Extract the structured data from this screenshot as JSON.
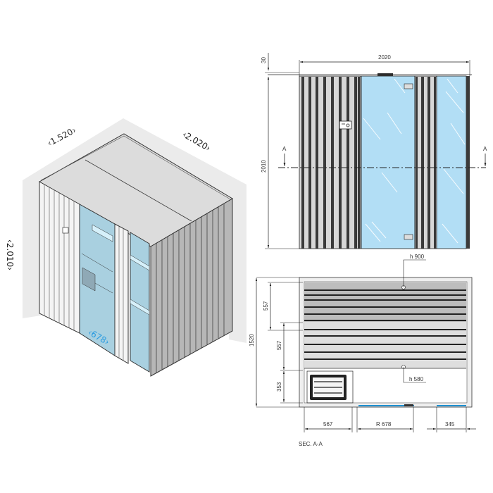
{
  "isometric_view": {
    "dims": {
      "depth": "‹1.520›",
      "width": "‹2.020›",
      "height": "‹2.010›",
      "door": "‹678›"
    },
    "colors": {
      "wall_bg": "#ebebeb",
      "roof": "#dcdcdc",
      "panel_light": "#f4f4f4",
      "panel_dark": "#b7b7b7",
      "glass": "#a9d0e0",
      "dim_blue": "#2a9be0"
    }
  },
  "front_elevation": {
    "dims": {
      "top_offset": "30",
      "width": "2020",
      "height": "2010"
    },
    "section_markers": [
      "A",
      "A"
    ],
    "colors": {
      "glass": "#b2def5",
      "slat_light": "#d8d8d8",
      "slat_dark": "#3a3a3a"
    }
  },
  "section_plan": {
    "caption": "SEC. A-A",
    "dims": {
      "depth": "1520",
      "upper_bench": "557",
      "lower_bench": "557",
      "floor": "353",
      "heater_width": "567",
      "door_width": "R 678",
      "glass_width": "345"
    },
    "labels": {
      "upper_bench_height": "h 900",
      "lower_bench_height": "h 580"
    },
    "colors": {
      "bench_upper": "#bdbdbd",
      "bench_lower": "#dedede",
      "glass_line": "#1e90d0"
    }
  }
}
